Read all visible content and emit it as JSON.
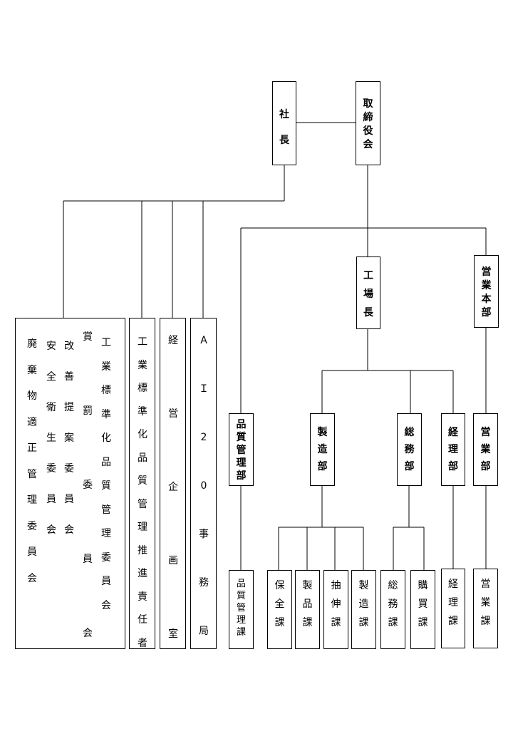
{
  "top": {
    "president": "社長",
    "board": "取締役会"
  },
  "left_group": {
    "committees_cols": [
      "廃棄物適正管理委員会",
      "安全衛生委員会",
      "改善提案委員会",
      "賞罰委員会",
      "工業標準化品質管理委員会"
    ],
    "qc_person": "工業標準化品質管理推進責任者",
    "planning": "経営企画室",
    "ai20": "AＩ20事務局"
  },
  "mid": {
    "factory_manager": "工場長",
    "sales_hq": "営業本部"
  },
  "departments": {
    "quality": "品質管理部",
    "manufacturing": "製造部",
    "general_affairs": "総務部",
    "accounting": "経理部",
    "sales": "営業部"
  },
  "sections": {
    "quality_sec": "品質管理課",
    "maintenance": "保全課",
    "products": "製品課",
    "drawing": "抽伸課",
    "manufacturing_sec": "製造課",
    "general_sec": "総務課",
    "purchasing": "購買課",
    "accounting_sec": "経理課",
    "sales_sec": "営業課"
  }
}
